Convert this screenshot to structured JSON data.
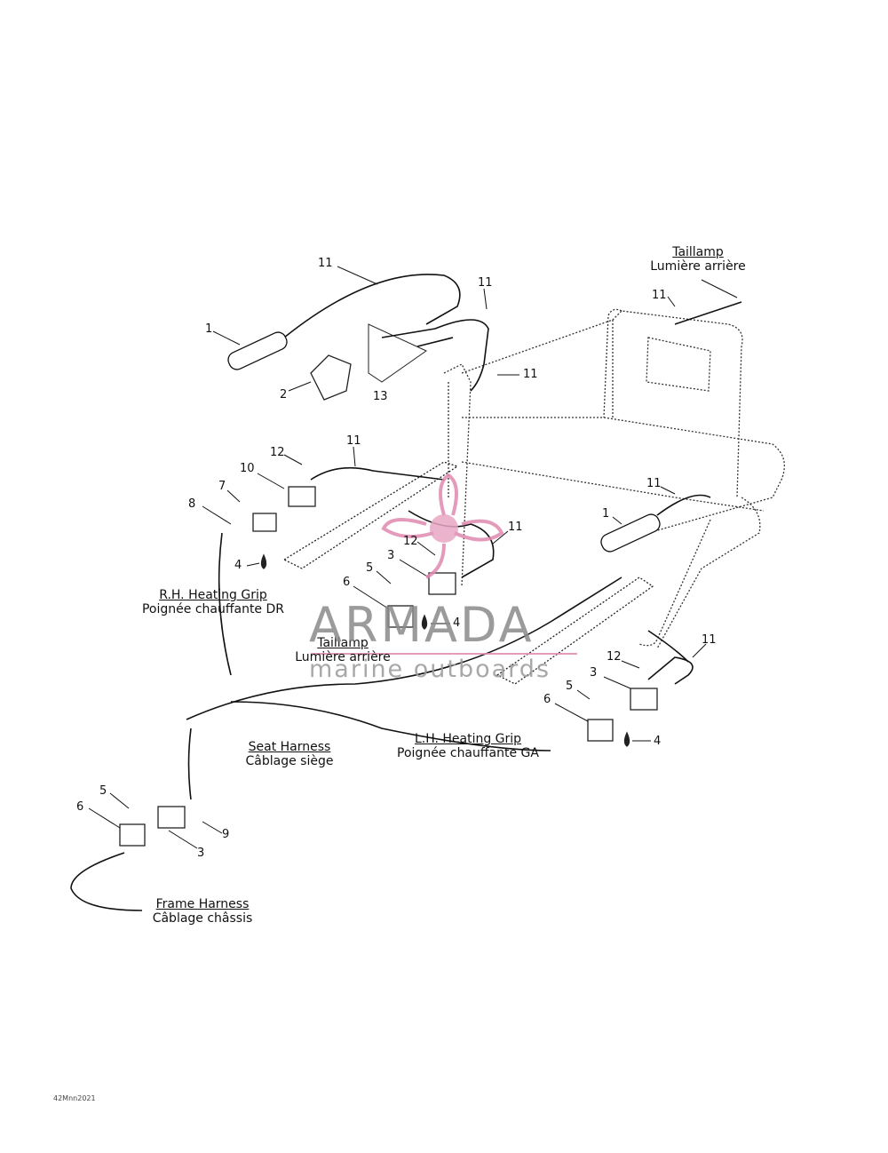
{
  "labels": {
    "taillamp_top_en": "Taillamp",
    "taillamp_top_fr": "Lumière arrière",
    "rh_grip_en": "R.H. Heating Grip",
    "rh_grip_fr": "Poignée chauffante DR",
    "taillamp_mid_en": "Taillamp",
    "taillamp_mid_fr": "Lumière arrière",
    "seat_harness_en": "Seat Harness",
    "seat_harness_fr": "Câblage siège",
    "lh_grip_en": "L.H. Heating Grip",
    "lh_grip_fr": "Poignée chauffante GA",
    "frame_harness_en": "Frame Harness",
    "frame_harness_fr": "Câblage châssis"
  },
  "callouts": {
    "c11a": "11",
    "c1a": "1",
    "c2": "2",
    "c13": "13",
    "c11b": "11",
    "c11c": "11",
    "c11d": "11",
    "c12a": "12",
    "c10": "10",
    "c7": "7",
    "c8": "8",
    "c4a": "4",
    "c11e": "11",
    "c12b": "12",
    "c3a": "3",
    "c5a": "5",
    "c6a": "6",
    "c4b": "4",
    "c11f": "11",
    "c1b": "1",
    "c11g": "11",
    "c12c": "12",
    "c3b": "3",
    "c5b": "5",
    "c6b": "6",
    "c4c": "4",
    "c5c": "5",
    "c6c": "6",
    "c9": "9",
    "c3c": "3",
    "c11top": "11"
  },
  "watermark": {
    "brand": "ARMADA",
    "tagline": "marine outboards"
  },
  "drawing_code": "42Mnn2021"
}
